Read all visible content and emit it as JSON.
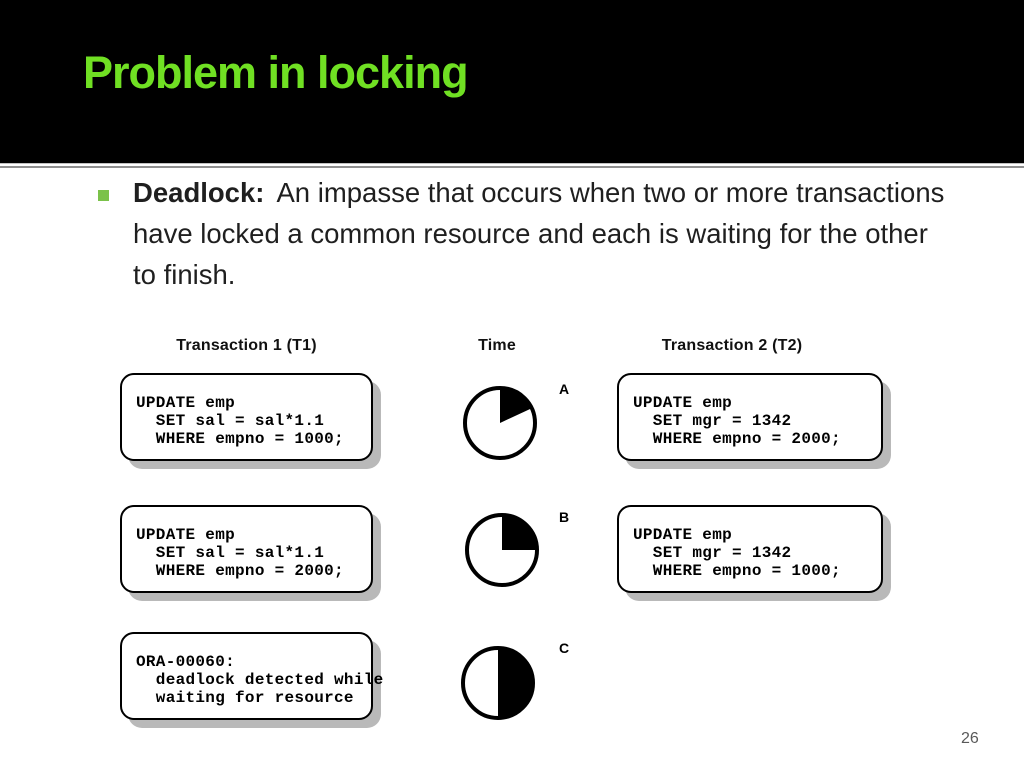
{
  "slide": {
    "title": "Problem in locking",
    "page_number": "26",
    "colors": {
      "title_green": "#70E023",
      "bullet_green": "#7BC24A",
      "header_band": "#000000",
      "shadow_gray": "#b9b9b9"
    },
    "bullet": {
      "term": "Deadlock:",
      "text": "An impasse that occurs when two or more transactions have locked a common resource and each is waiting for the other to finish."
    },
    "diagram": {
      "headers": {
        "t1": "Transaction 1 (T1)",
        "time": "Time",
        "t2": "Transaction 2 (T2)"
      },
      "rows": [
        {
          "label": "A",
          "clock_fill_deg": 65,
          "t1_lines": [
            "UPDATE emp",
            "  SET sal = sal*1.1",
            "  WHERE empno = 1000;"
          ],
          "t2_lines": [
            "UPDATE emp",
            "  SET mgr = 1342",
            "  WHERE empno = 2000;"
          ]
        },
        {
          "label": "B",
          "clock_fill_deg": 90,
          "t1_lines": [
            "UPDATE emp",
            "  SET sal = sal*1.1",
            "  WHERE empno = 2000;"
          ],
          "t2_lines": [
            "UPDATE emp",
            "  SET mgr = 1342",
            "  WHERE empno = 1000;"
          ]
        },
        {
          "label": "C",
          "clock_fill_deg": 180,
          "t1_lines": [
            "ORA-00060:",
            "  deadlock detected while",
            "  waiting for resource"
          ]
        }
      ]
    }
  }
}
